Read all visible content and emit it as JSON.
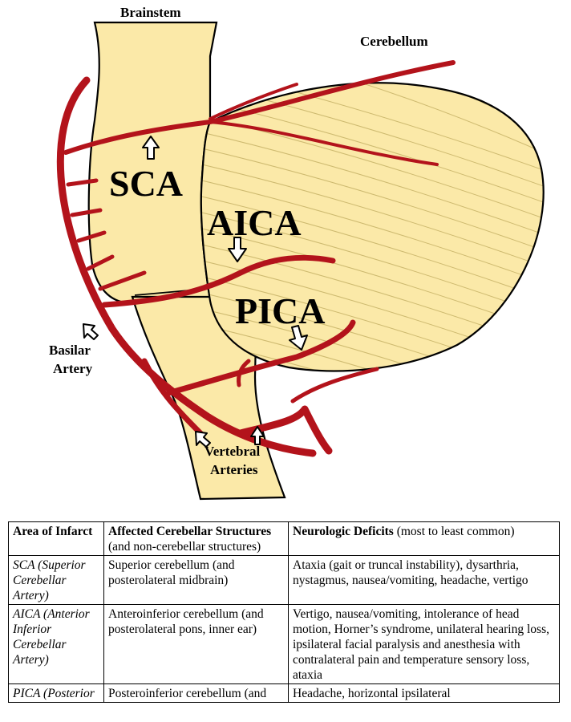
{
  "diagram": {
    "labels": {
      "brainstem": "Brainstem",
      "cerebellum": "Cerebellum",
      "sca": "SCA",
      "aica": "AICA",
      "pica": "PICA",
      "basilar_line1": "Basilar",
      "basilar_line2": "Artery",
      "vertebral_line1": "Vertebral",
      "vertebral_line2": "Arteries"
    },
    "colors": {
      "tissue": "#fbe9a8",
      "artery": "#b3131b",
      "outline": "#000000",
      "striation": "#c9b56a"
    }
  },
  "table": {
    "headers": [
      {
        "bold": "Area of Infarct",
        "rest": ""
      },
      {
        "bold": "Affected Cerebellar Structures",
        "rest": " (and non-cerebellar structures)"
      },
      {
        "bold": "Neurologic Deficits",
        "rest": " (most to least common)"
      }
    ],
    "rows": [
      {
        "area": "SCA (Superior Cerebellar Artery)",
        "structures": "Superior cerebellum (and posterolateral midbrain)",
        "deficits": "Ataxia (gait or truncal instability), dysarthria, nystagmus, nausea/vomiting, headache, vertigo"
      },
      {
        "area": "AICA (Anterior Inferior Cerebellar Artery)",
        "structures": "Anteroinferior cerebellum (and posterolateral pons, inner ear)",
        "deficits": "Vertigo, nausea/vomiting, intolerance of head motion, Horner’s syndrome, unilateral hearing loss, ipsilateral facial paralysis and anesthesia with contralateral pain and temperature sensory loss, ataxia"
      },
      {
        "area": "PICA (Posterior",
        "structures": "Posteroinferior cerebellum (and",
        "deficits": "Headache, horizontal ipsilateral"
      }
    ]
  }
}
